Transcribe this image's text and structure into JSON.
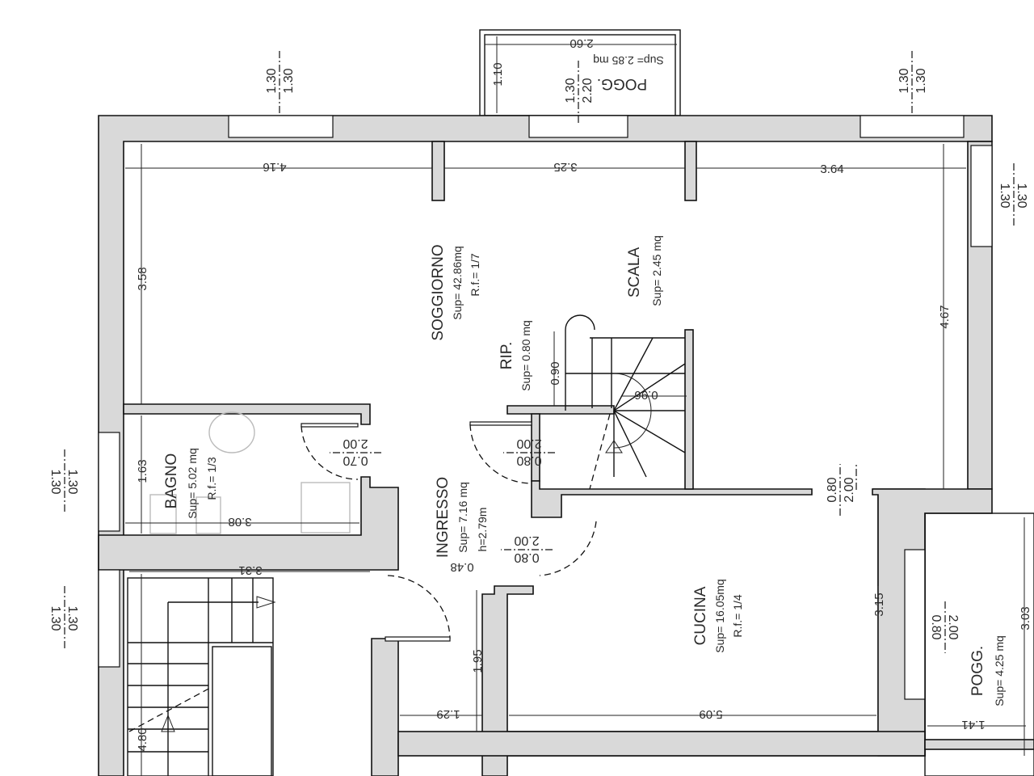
{
  "rooms": {
    "soggiorno": {
      "name": "SOGGIORNO",
      "area": "Sup= 42.86mq",
      "rf": "R.f.= 1/7"
    },
    "scala": {
      "name": "SCALA",
      "area": "Sup= 2.45 mq"
    },
    "rip": {
      "name": "RIP.",
      "area": "Sup= 0.80 mq"
    },
    "bagno": {
      "name": "BAGNO",
      "area": "Sup= 5.02 mq",
      "rf": "R.f.= 1/3"
    },
    "ingresso": {
      "name": "INGRESSO",
      "area": "Sup= 7.16 mq",
      "height": "h=2.79m"
    },
    "cucina": {
      "name": "CUCINA",
      "area": "Sup= 16.05mq",
      "rf": "R.f.= 1/4"
    },
    "pogg_east": {
      "name": "POGG.",
      "area": "Sup= 4.25 mq"
    },
    "pogg_north": {
      "name": "POGG.",
      "area": "Sup= 2.85 mq"
    }
  },
  "dimensions": {
    "soggiorno_w1": "4.16",
    "soggiorno_w2": "3.25",
    "soggiorno_w3": "3.64",
    "soggiorno_left_h": "3.58",
    "right_h": "4.67",
    "bagno_h": "1.63",
    "bagno_w": "3.08",
    "stair_w": "3.31",
    "stair_h": "4.80",
    "ingresso_h": "1.95",
    "ingresso_w": "1.29",
    "cucina_w": "5.09",
    "cucina_h": "3.15",
    "pogg_east_h": "3.03",
    "pogg_east_w": "1.41",
    "rip_w": "0.90",
    "scala_w": "0.96",
    "pogg_north_w": "2.60",
    "pogg_north_d": "1.10",
    "ingresso_step": "0.48"
  },
  "openings": {
    "win_top_left": {
      "w": "1.30",
      "h": "1.30"
    },
    "door_balcony_north": {
      "w": "1.30",
      "h": "2.20"
    },
    "win_top_right": {
      "w": "1.30",
      "h": "1.30"
    },
    "win_right": {
      "w": "1.30",
      "h": "1.30"
    },
    "win_bagno": {
      "w": "1.30",
      "h": "1.30"
    },
    "win_stair": {
      "w": "1.30",
      "h": "1.30"
    },
    "door_bagno": {
      "w": "0.70",
      "h": "2.00"
    },
    "door_rip": {
      "w": "0.80",
      "h": "2.00"
    },
    "door_ingresso": {
      "w": "0.80",
      "h": "2.00"
    },
    "door_cucina": {
      "w": "0.80",
      "h": "2.00"
    },
    "door_pogg_east": {
      "w": "2.00",
      "h": "0.80"
    }
  },
  "colors": {
    "wall": "#d9d9d9",
    "line": "#111111",
    "background": "#ffffff"
  }
}
